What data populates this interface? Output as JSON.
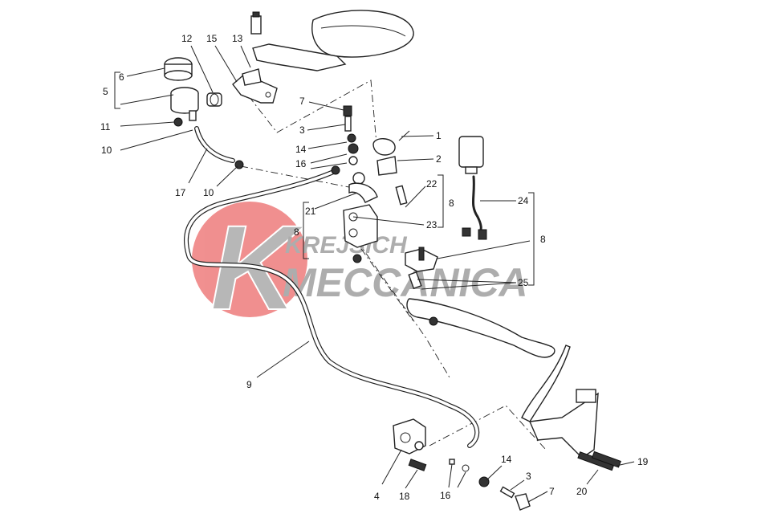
{
  "watermark": {
    "line1": "KREJSICH",
    "line2": "MECCANICA",
    "logo_letter": "K",
    "colors": {
      "disc": "#f08a8a",
      "letter": "#b4b4b4",
      "text": "#a9a9a9"
    }
  },
  "callouts": {
    "c1": "1",
    "c2": "2",
    "c3a": "3",
    "c3b": "3",
    "c4": "4",
    "c5": "5",
    "c6": "6",
    "c7a": "7",
    "c7b": "7",
    "c8a": "8",
    "c8b": "8",
    "c8c": "8",
    "c9": "9",
    "c10a": "10",
    "c10b": "10",
    "c11": "11",
    "c12": "12",
    "c13": "13",
    "c14a": "14",
    "c14b": "14",
    "c15": "15",
    "c16a": "16",
    "c16b": "16",
    "c17": "17",
    "c18": "18",
    "c19": "19",
    "c20": "20",
    "c21": "21",
    "c22": "22",
    "c23": "23",
    "c24": "24",
    "c25": "25"
  }
}
